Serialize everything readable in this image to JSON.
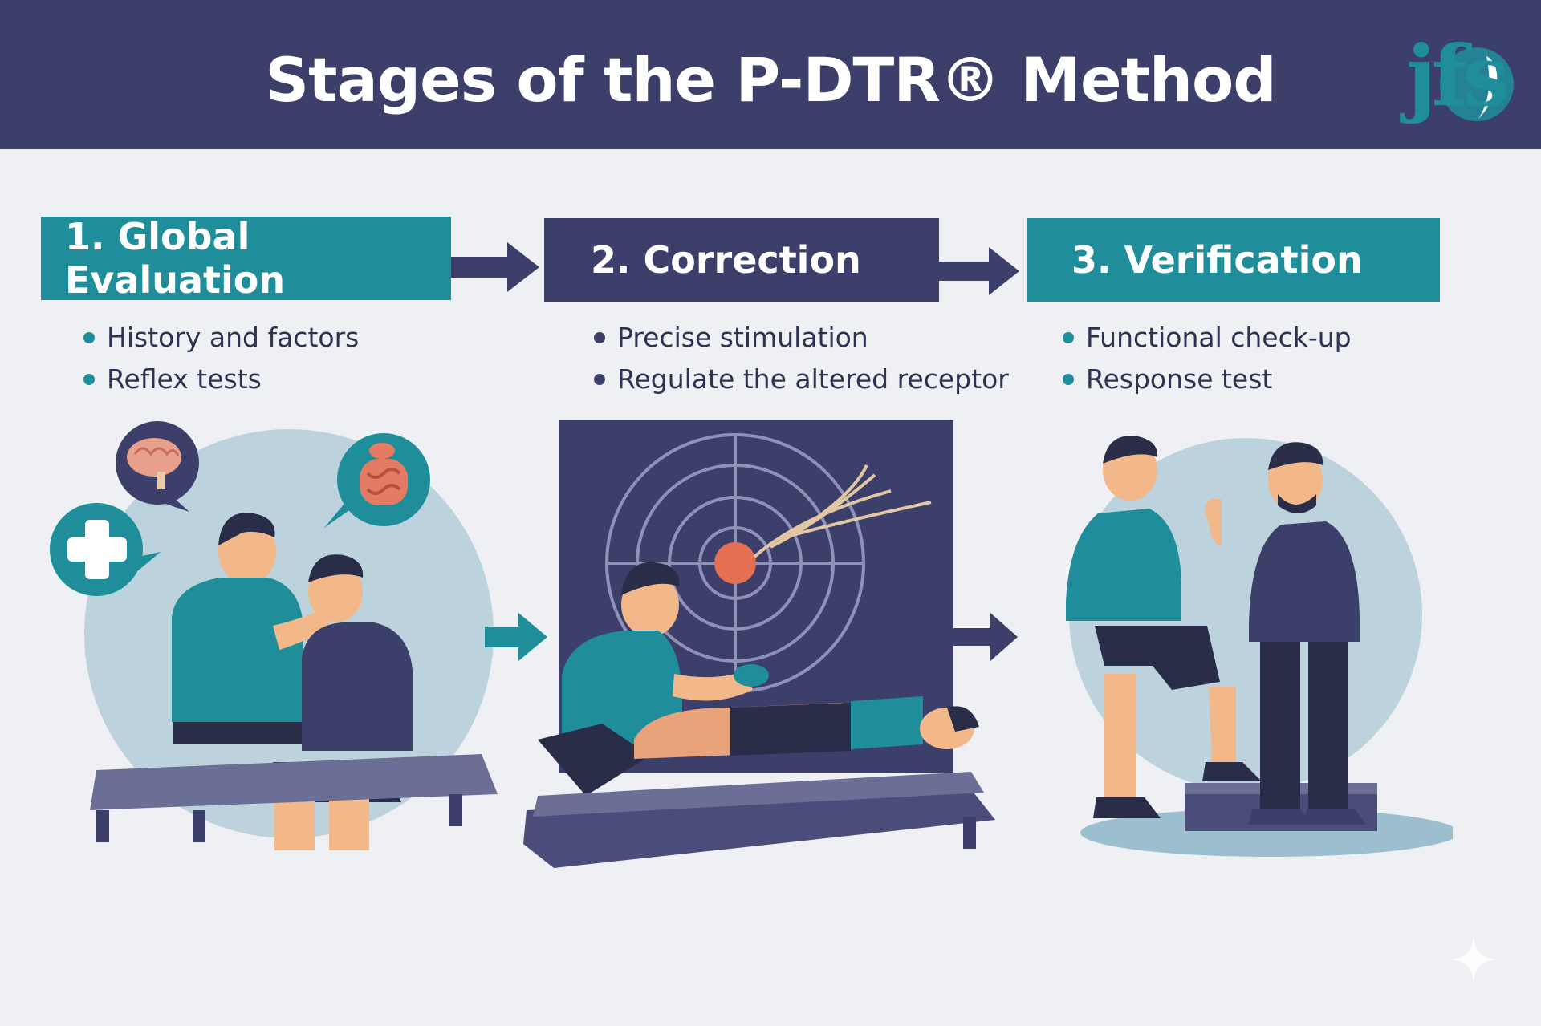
{
  "header": {
    "title": "Stages of the P-DTR® Method",
    "logo_text": "jfs"
  },
  "stages": [
    {
      "label": "1. Global Evaluation",
      "bullets": [
        "History and factors",
        "Reflex tests"
      ]
    },
    {
      "label": "2. Correction",
      "bullets": [
        "Precise stimulation",
        "Regulate the altered receptor"
      ]
    },
    {
      "label": "3. Verification",
      "bullets": [
        "Functional check-up",
        "Response test"
      ]
    }
  ],
  "colors": {
    "navy": "#3d3f6b",
    "teal": "#1f8e9a",
    "background": "#eef0f4",
    "circle": "#bcd3dd",
    "accent": "#e56f52"
  },
  "icons": {
    "brain": "brain-icon",
    "intestine": "intestine-icon",
    "medical_cross": "medical-cross-icon",
    "target": "target-icon",
    "sparkle": "sparkle-icon"
  }
}
